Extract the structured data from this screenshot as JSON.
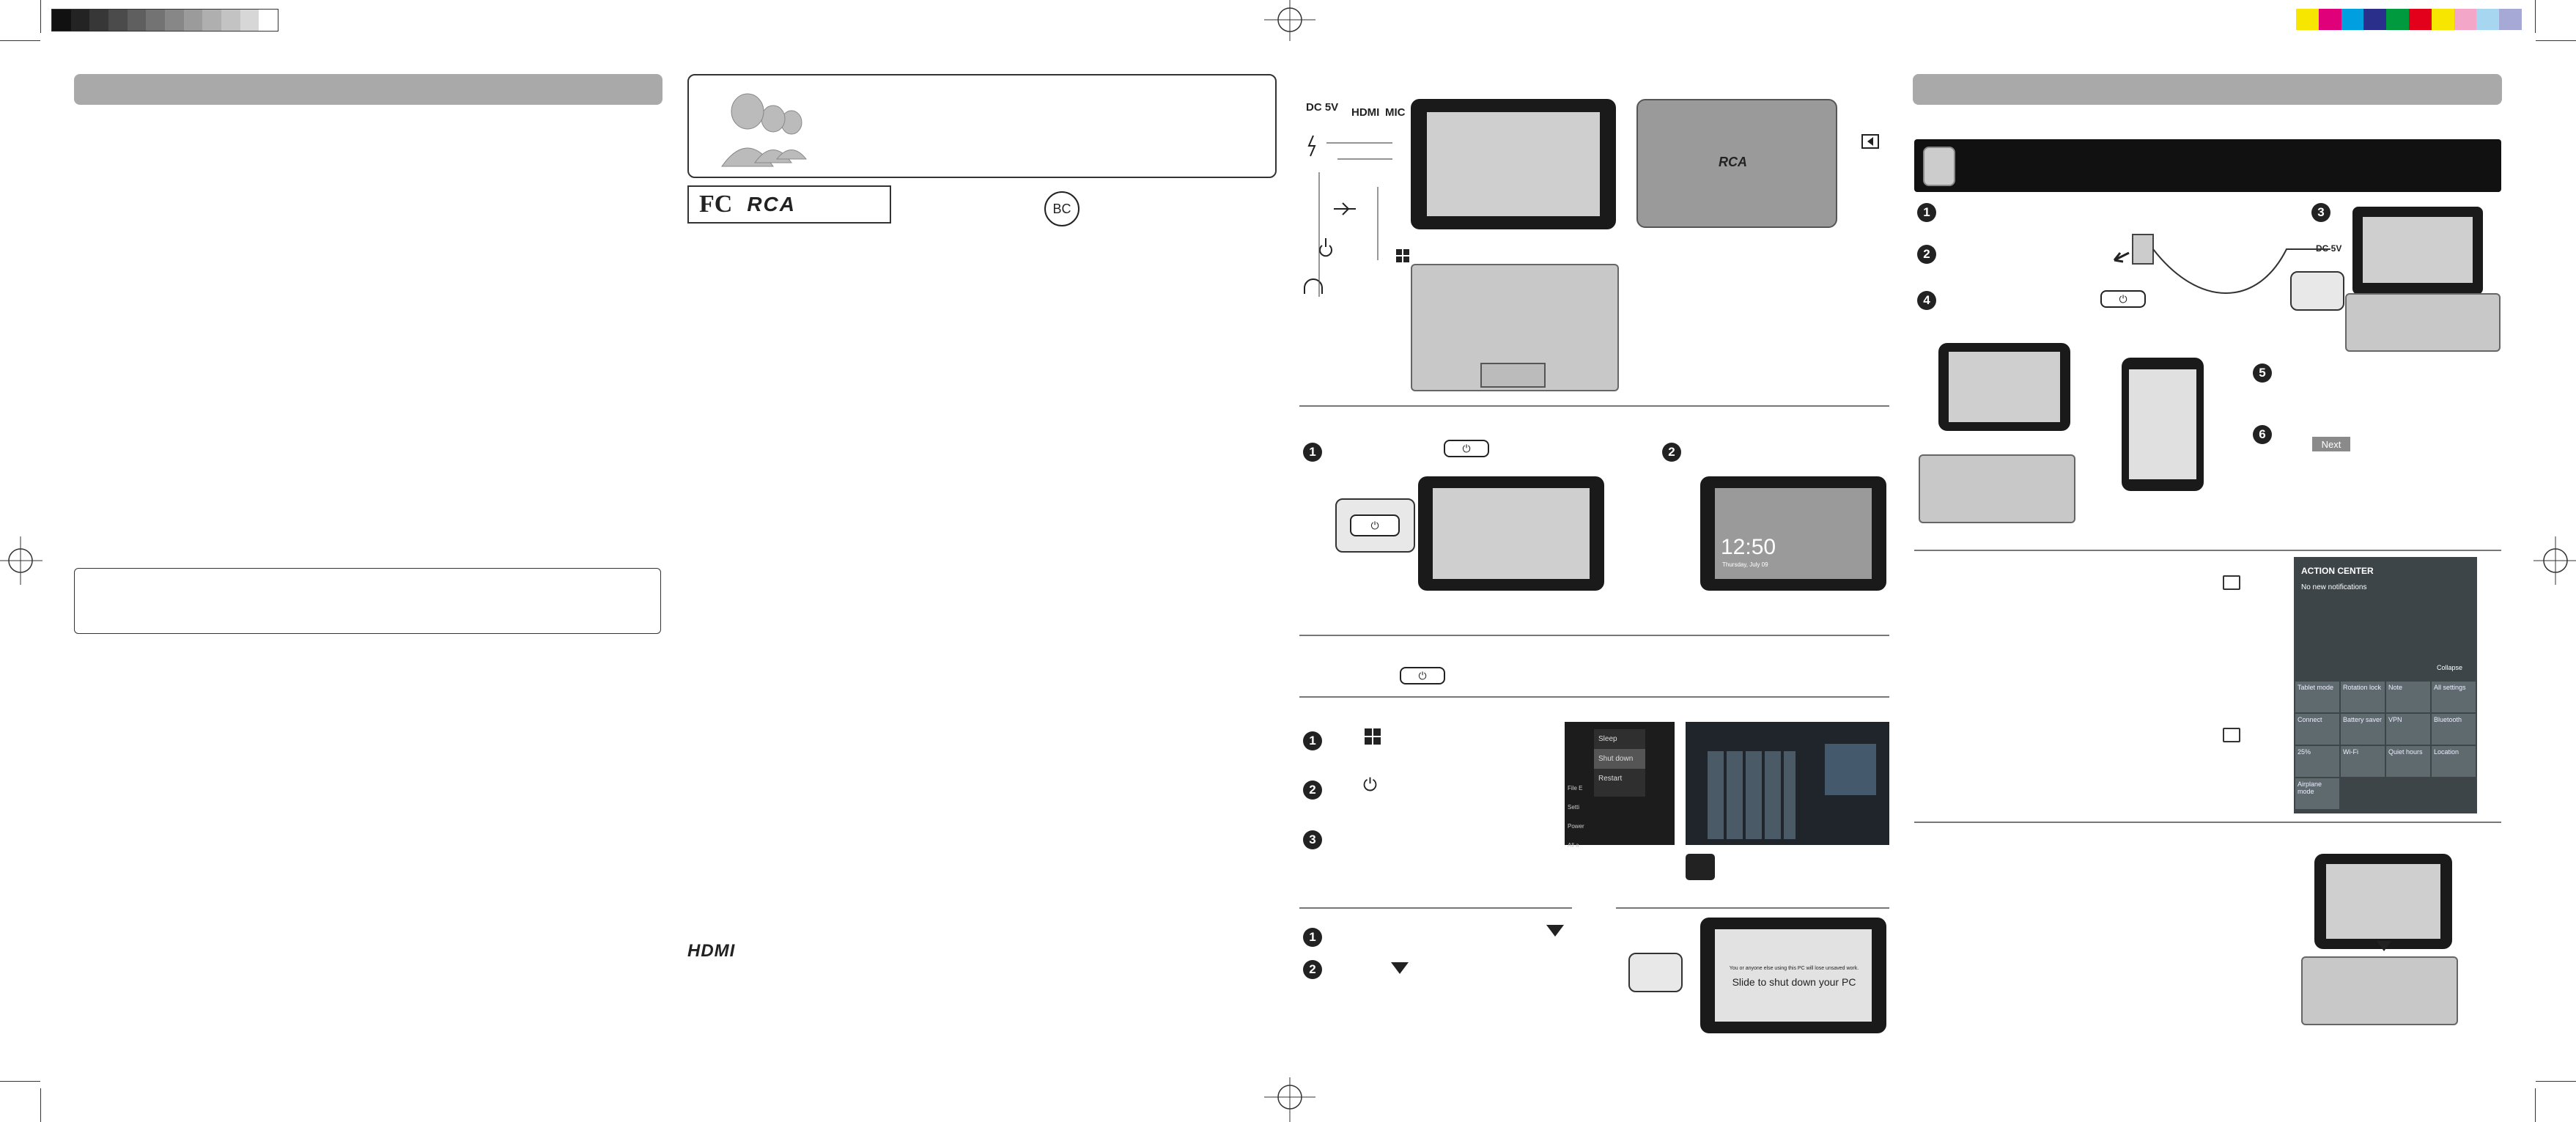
{
  "header": {
    "grayscale": [
      "#111111",
      "#232323",
      "#373737",
      "#4b4b4b",
      "#5f5f5f",
      "#737373",
      "#878787",
      "#9b9b9b",
      "#afafaf",
      "#c3c3c3",
      "#d7d7d7",
      "#ffffff"
    ],
    "color_bar": [
      "#f7e600",
      "#e0007a",
      "#00a0e0",
      "#2b2f8c",
      "#009a3e",
      "#e2001a",
      "#f7e600",
      "#f3a6c8",
      "#a6d6f0",
      "#a6a8d6"
    ]
  },
  "left_panel": {
    "bar_title": "",
    "note_box": ""
  },
  "support": {
    "logo_fcc": "FC",
    "logo_rca": "RCA",
    "bc_mark": "BC",
    "hdmi_logo": "HDMI"
  },
  "diagram": {
    "dc_label": "DC 5V",
    "hdmi_label": "HDMI",
    "mic_label": "MIC",
    "rca_back": "RCA"
  },
  "power_on": {
    "step1": "1",
    "step2": "2",
    "clock": "12:50",
    "clock_date": "Thursday, July 09"
  },
  "shutdown_menu": {
    "sleep": "Sleep",
    "shutdown": "Shut down",
    "restart": "Restart",
    "menu_items": [
      "File E",
      "Setti",
      "Power",
      "All a"
    ],
    "steps": [
      "1",
      "2",
      "3"
    ]
  },
  "slide_shutdown": {
    "steps": [
      "1",
      "2"
    ],
    "warning": "You or anyone else using this PC will lose unsaved work.",
    "slide_text": "Slide to shut down your PC"
  },
  "setup": {
    "steps": [
      "1",
      "2",
      "3",
      "4",
      "5",
      "6"
    ],
    "next_button": "Next",
    "dc_label": "DC 5V"
  },
  "action_center": {
    "title": "ACTION CENTER",
    "no_notifications": "No new notifications",
    "collapse": "Collapse",
    "tiles": [
      "Tablet mode",
      "Rotation lock",
      "Note",
      "All settings",
      "Connect",
      "Battery saver",
      "VPN",
      "Bluetooth",
      "25%",
      "Wi-Fi",
      "Quiet hours",
      "Location",
      "Airplane mode"
    ]
  }
}
